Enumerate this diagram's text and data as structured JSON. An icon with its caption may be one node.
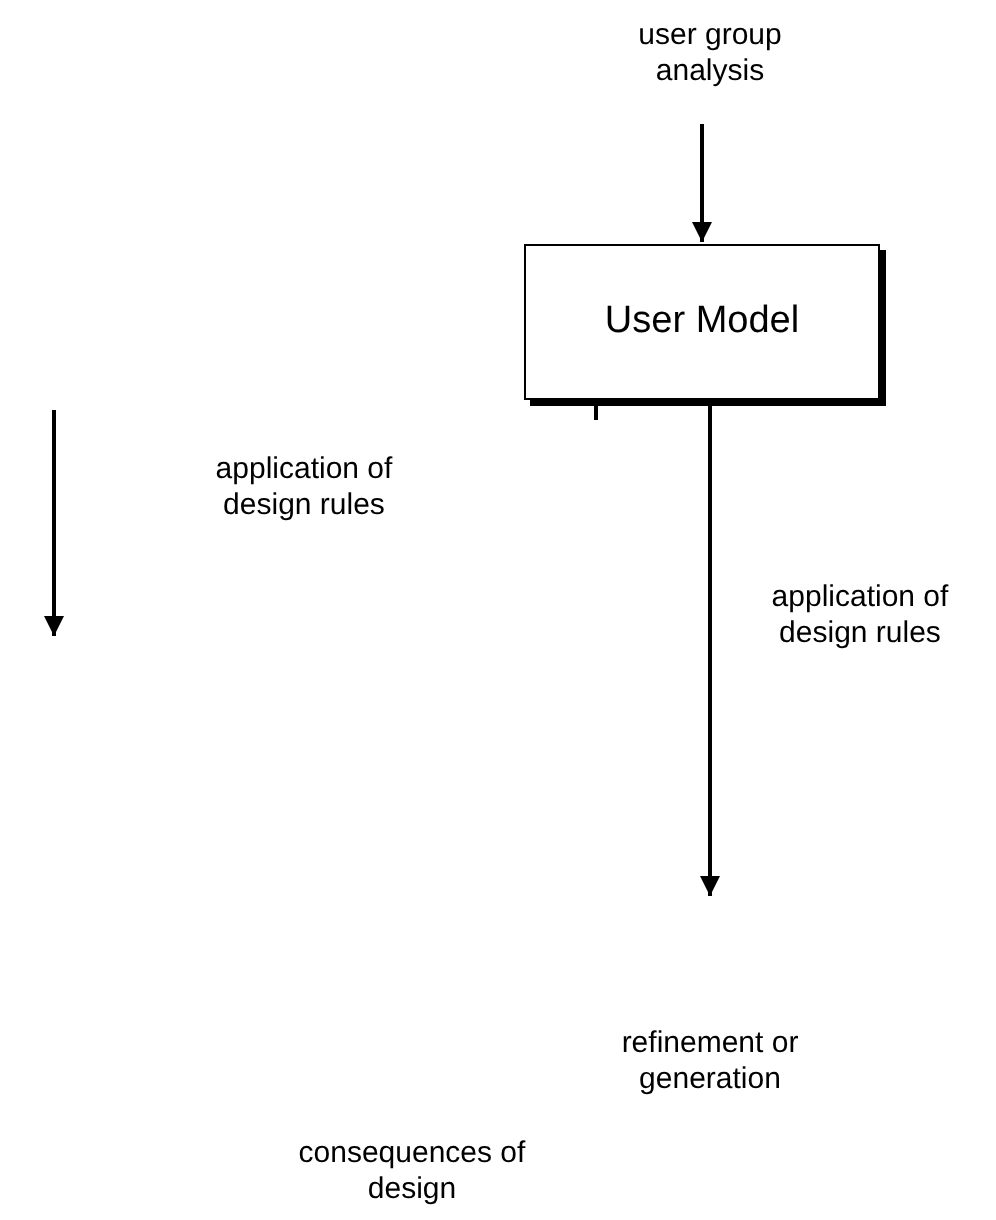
{
  "diagram": {
    "nodes": [
      {
        "text": [
          "user group analysis"
        ]
      },
      {
        "text": [
          "User Model"
        ]
      },
      {
        "text": [
          "refinement or generation"
        ]
      }
    ],
    "edges": [
      {
        "from": 0,
        "to": 1,
        "arrow": "to"
      },
      {
        "from": 1,
        "to": 2,
        "arrow": "to",
        "label": "application of design rules"
      }
    ],
    "labels": [
      "application of design rules",
      "consequences of design"
    ]
  }
}
